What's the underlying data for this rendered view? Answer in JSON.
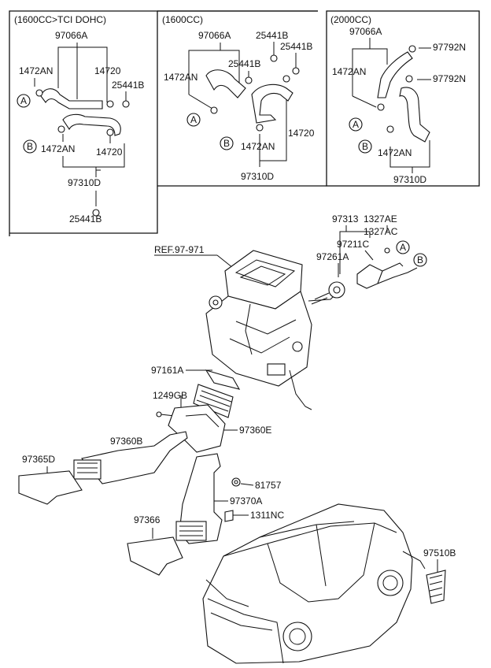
{
  "panels": {
    "tci": {
      "title": "(1600CC>TCI DOHC)",
      "labels": {
        "hose_assy": "97066A",
        "clamp_a": "1472AN",
        "hose_upper": "14720",
        "clip_a": "25441B",
        "clamp_b": "1472AN",
        "hose_lower": "14720",
        "hose_ret": "97310D",
        "clip_b": "25441B",
        "conn_a": "A",
        "conn_b": "B"
      }
    },
    "cc1600": {
      "title": "(1600CC)",
      "labels": {
        "hose_assy": "97066A",
        "clip_1": "25441B",
        "clip_2": "25441B",
        "clip_3": "25441B",
        "clamp_a": "1472AN",
        "hose_ret_upper": "14720",
        "clamp_b": "1472AN",
        "hose_ret": "97310D",
        "conn_a": "A",
        "conn_b": "B"
      }
    },
    "cc2000": {
      "title": "(2000CC)",
      "labels": {
        "hose_assy": "97066A",
        "clamp_1": "97792N",
        "clamp_2": "97792N",
        "clamp_a": "1472AN",
        "clamp_b": "1472AN",
        "hose_ret": "97310D",
        "conn_a": "A",
        "conn_b": "B"
      }
    }
  },
  "main": {
    "ref": "REF.97-971",
    "parts": {
      "p97313": "97313",
      "p1327AE": "1327AE",
      "p1327AC": "1327AC",
      "p97211C": "97211C",
      "p97261A": "97261A",
      "p97161A": "97161A",
      "p1249GB": "1249GB",
      "p97360E": "97360E",
      "p97360B": "97360B",
      "p97365D": "97365D",
      "p81757": "81757",
      "p97370A": "97370A",
      "p1311NC": "1311NC",
      "p97366": "97366",
      "p97510B": "97510B"
    },
    "conn_a": "A",
    "conn_b": "B"
  }
}
